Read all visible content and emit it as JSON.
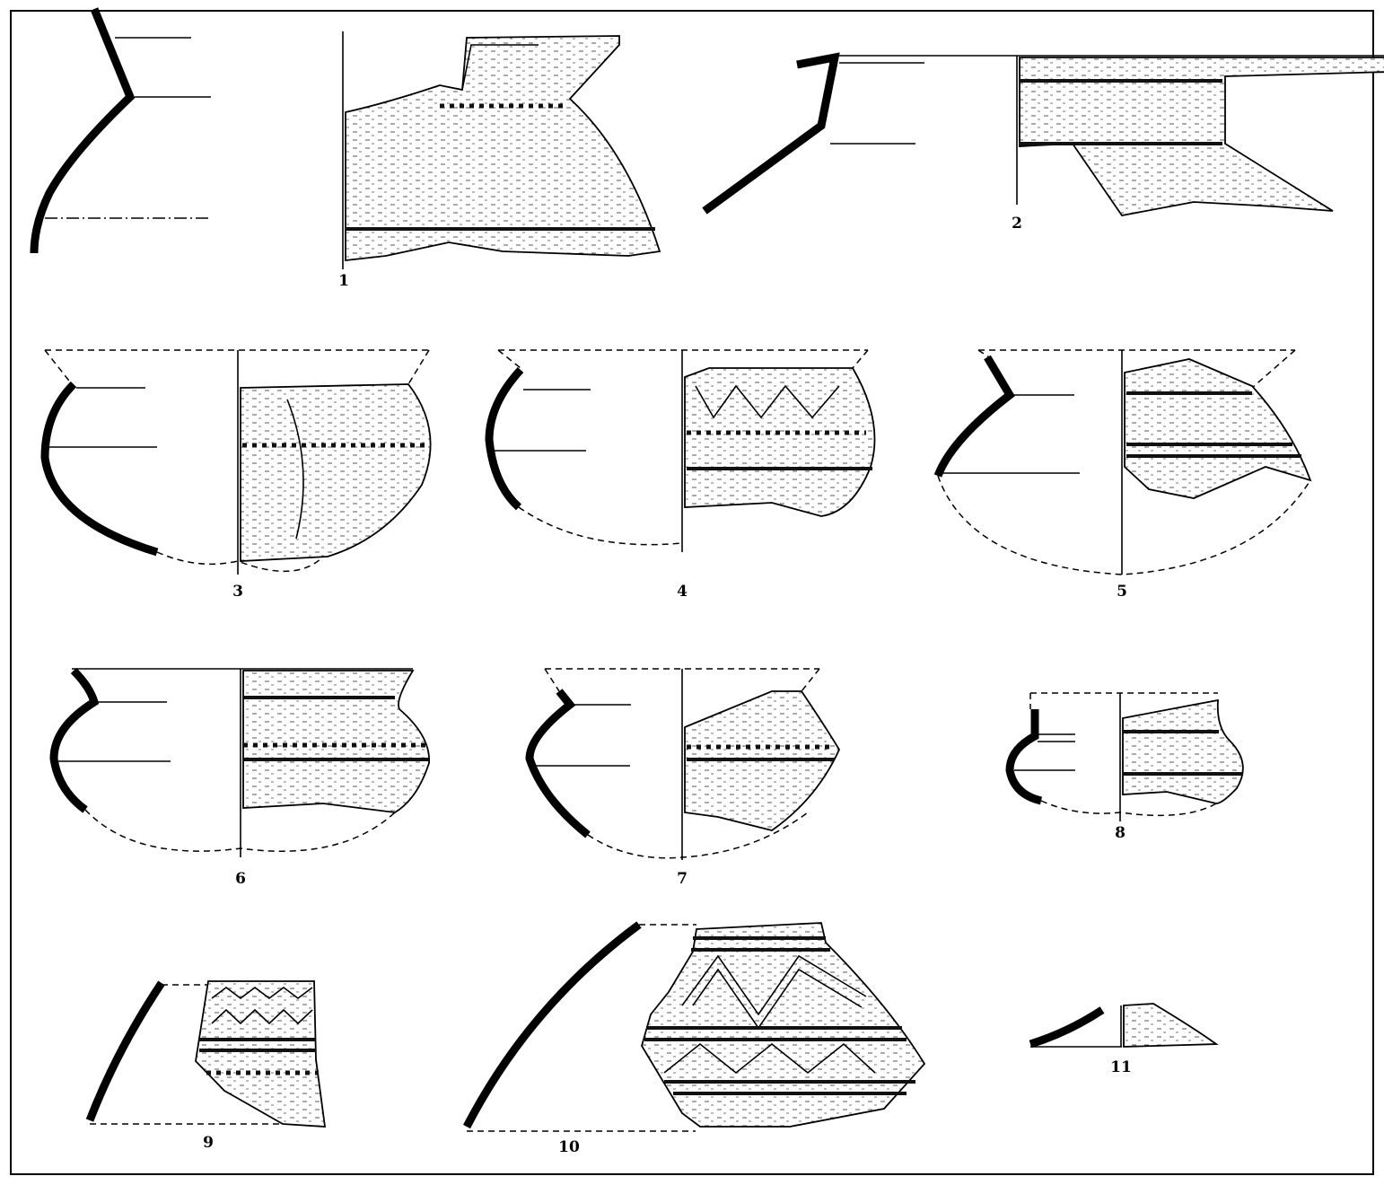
{
  "figure": {
    "vessel_numbers": [
      "1",
      "2",
      "3",
      "4",
      "5",
      "6",
      "7",
      "8",
      "9",
      "10",
      "11"
    ]
  }
}
